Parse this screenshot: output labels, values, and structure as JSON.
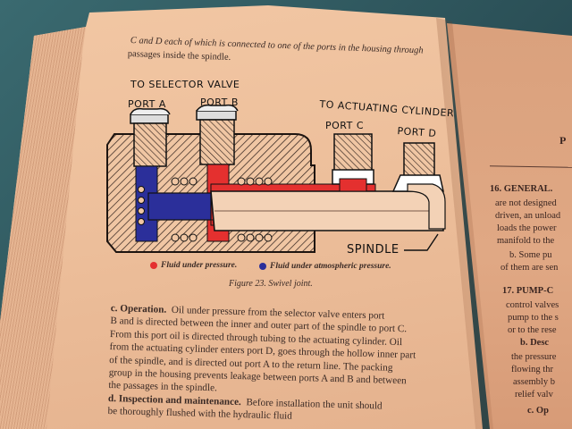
{
  "left_page": {
    "intro_line1": "C and D each of which is connected to one of the ports in the housing through",
    "intro_line2": "passages inside the spindle.",
    "diagram_labels": {
      "to_selector_valve": "TO SELECTOR VALVE",
      "port_a": "PORT A",
      "port_b": "PORT B",
      "to_actuating_cylinder": "TO ACTUATING CYLINDER",
      "port_c": "PORT C",
      "port_d": "PORT D",
      "spindle": "SPINDLE"
    },
    "legend": {
      "pressure": "Fluid under pressure.",
      "atmospheric": "Fluid under atmospheric pressure."
    },
    "figure_caption": "Figure 23. Swivel joint.",
    "operation_heading": "c. Operation.",
    "operation_lines": [
      "Oil under pressure from the selector valve enters port",
      "B and is directed between the inner and outer part of the spindle to port C.",
      "From this port oil is directed through tubing to the actuating cylinder.  Oil",
      "from the actuating cylinder enters port D, goes through the hollow inner part",
      "of the spindle, and is directed out port A to the return line.  The packing",
      "group in the housing prevents leakage between ports A and B and between",
      "the passages in the spindle."
    ],
    "inspection_heading": "d. Inspection and maintenance.",
    "inspection_line1": "Before installation the unit should",
    "inspection_line2": "be thoroughly flushed with the hydraulic fluid"
  },
  "right_page": {
    "header_fragment": "P",
    "section16": "16. GENERAL.",
    "lines": [
      "are not designed",
      "driven, an unload",
      "loads the power",
      "manifold to the",
      "b. Some pu",
      "of them are sen"
    ],
    "section17": "17. PUMP-C",
    "lines2": [
      "control valves",
      "pump to the s",
      "or to the rese",
      "b. Desc",
      "the pressure",
      "flowing thr",
      "assembly b",
      "relief valv",
      "c. Op"
    ]
  },
  "colors": {
    "pressure": "#e4302f",
    "atmospheric": "#2b2f9a",
    "page": "#f2c7a4",
    "background": "#2f5960"
  }
}
